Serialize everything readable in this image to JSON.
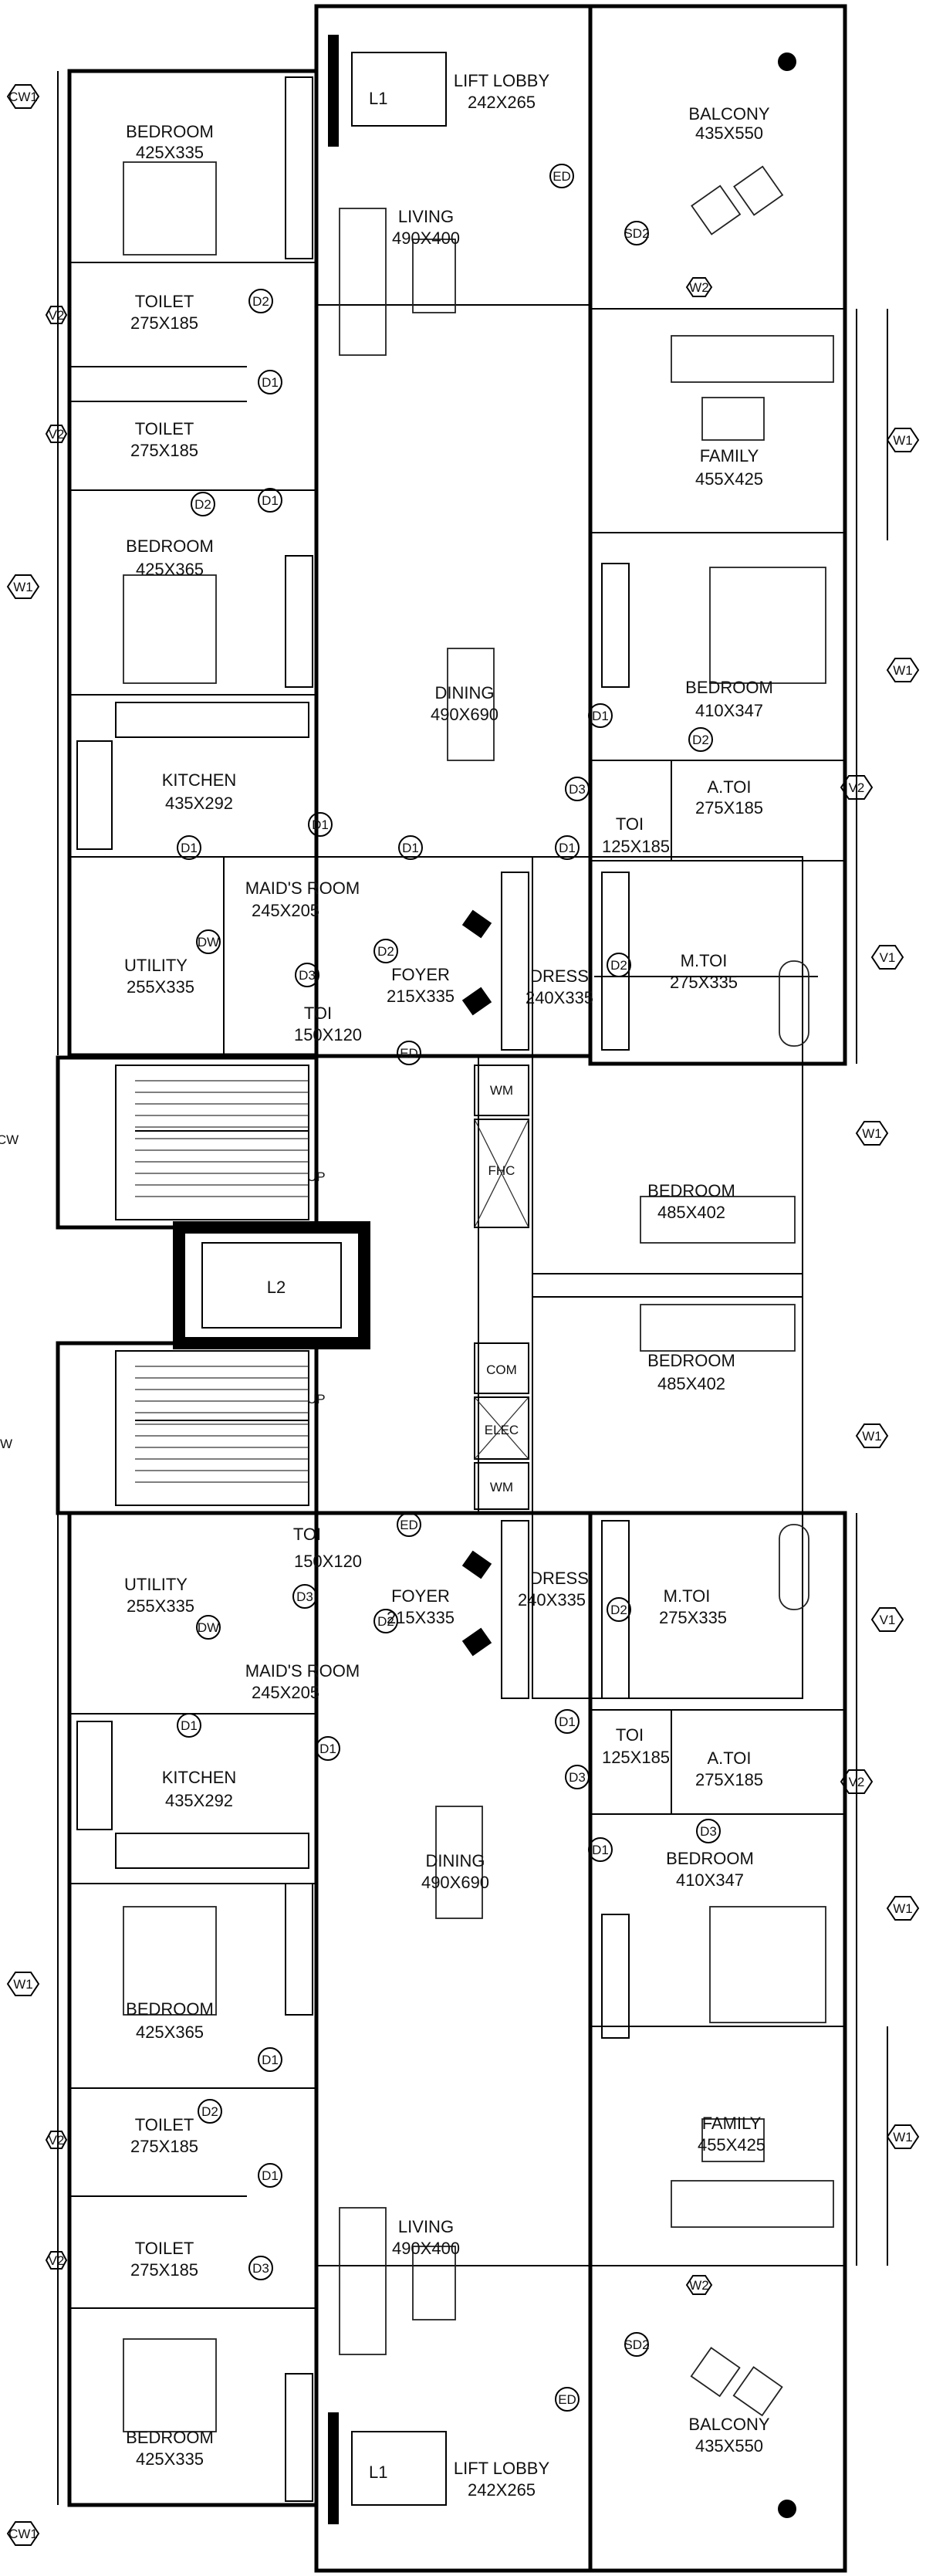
{
  "rooms": {
    "balcony_top": [
      "BALCONY",
      "435X550"
    ],
    "lift_lobby_top": [
      "LIFT LOBBY",
      "242X265"
    ],
    "l1_top": "L1",
    "living_top": [
      "LIVING",
      "490X400"
    ],
    "bedroom_top_left": [
      "BEDROOM",
      "425X335"
    ],
    "toilet_1": [
      "TOILET",
      "275X185"
    ],
    "toilet_2": [
      "TOILET",
      "275X185"
    ],
    "family_top": [
      "FAMILY",
      "455X425"
    ],
    "bedroom_2_top": [
      "BEDROOM",
      "425X365"
    ],
    "bedroom_3_top": [
      "BEDROOM",
      "410X347"
    ],
    "dining_top": [
      "DINING",
      "490X690"
    ],
    "kitchen_top": [
      "KITCHEN",
      "435X292"
    ],
    "atoi_top": [
      "A.TOI",
      "275X185"
    ],
    "toi_top_right": [
      "TOI",
      "125X185"
    ],
    "maids_top": [
      "MAID'S ROOM",
      "245X205"
    ],
    "utility_top": [
      "UTILITY",
      "255X335"
    ],
    "foyer_top": [
      "FOYER",
      "215X335"
    ],
    "dress_top": [
      "DRESS",
      "240X335"
    ],
    "mtoi_top": [
      "M.TOI",
      "275X335"
    ],
    "toi_small_top": [
      "TOI",
      "150X120"
    ],
    "bedroom_mid_top": [
      "BEDROOM",
      "485X402"
    ],
    "bedroom_mid_bottom": [
      "BEDROOM",
      "485X402"
    ],
    "l2": "L2",
    "toi_small_bottom": [
      "TOI",
      "150X120"
    ],
    "utility_bottom": [
      "UTILITY",
      "255X335"
    ],
    "foyer_bottom": [
      "FOYER",
      "215X335"
    ],
    "dress_bottom": [
      "DRESS",
      "240X335"
    ],
    "mtoi_bottom": [
      "M.TOI",
      "275X335"
    ],
    "maids_bottom": [
      "MAID'S ROOM",
      "245X205"
    ],
    "toi_bottom_right": [
      "TOI",
      "125X185"
    ],
    "atoi_bottom": [
      "A.TOI",
      "275X185"
    ],
    "kitchen_bottom": [
      "KITCHEN",
      "435X292"
    ],
    "dining_bottom": [
      "DINING",
      "490X690"
    ],
    "bedroom_3_bottom": [
      "BEDROOM",
      "410X347"
    ],
    "bedroom_2_bottom": [
      "BEDROOM",
      "425X365"
    ],
    "family_bottom": [
      "FAMILY",
      "455X425"
    ],
    "toilet_3": [
      "TOILET",
      "275X185"
    ],
    "toilet_4": [
      "TOILET",
      "275X185"
    ],
    "living_bottom": [
      "LIVING",
      "490X400"
    ],
    "bedroom_bottom_left": [
      "BEDROOM",
      "425X335"
    ],
    "balcony_bottom": [
      "BALCONY",
      "435X550"
    ],
    "lift_lobby_bottom": [
      "LIFT LOBBY",
      "242X265"
    ],
    "l1_bottom": "L1"
  },
  "shafts": {
    "wm_top": "WM",
    "fhc": "FHC",
    "com": "COM",
    "elec": "ELEC",
    "wm_bottom": "WM"
  },
  "stairs": {
    "up_top": "UP",
    "up_bottom": "UP"
  },
  "tags": {
    "cw1": "CW1",
    "w1": "W1",
    "w2": "W2",
    "v1": "V1",
    "v2": "V2",
    "d1": "D1",
    "d2": "D2",
    "d3": "D3",
    "dw": "DW",
    "ed": "ED",
    "sd2": "SD2",
    "cw": "CW",
    "w": "W"
  }
}
